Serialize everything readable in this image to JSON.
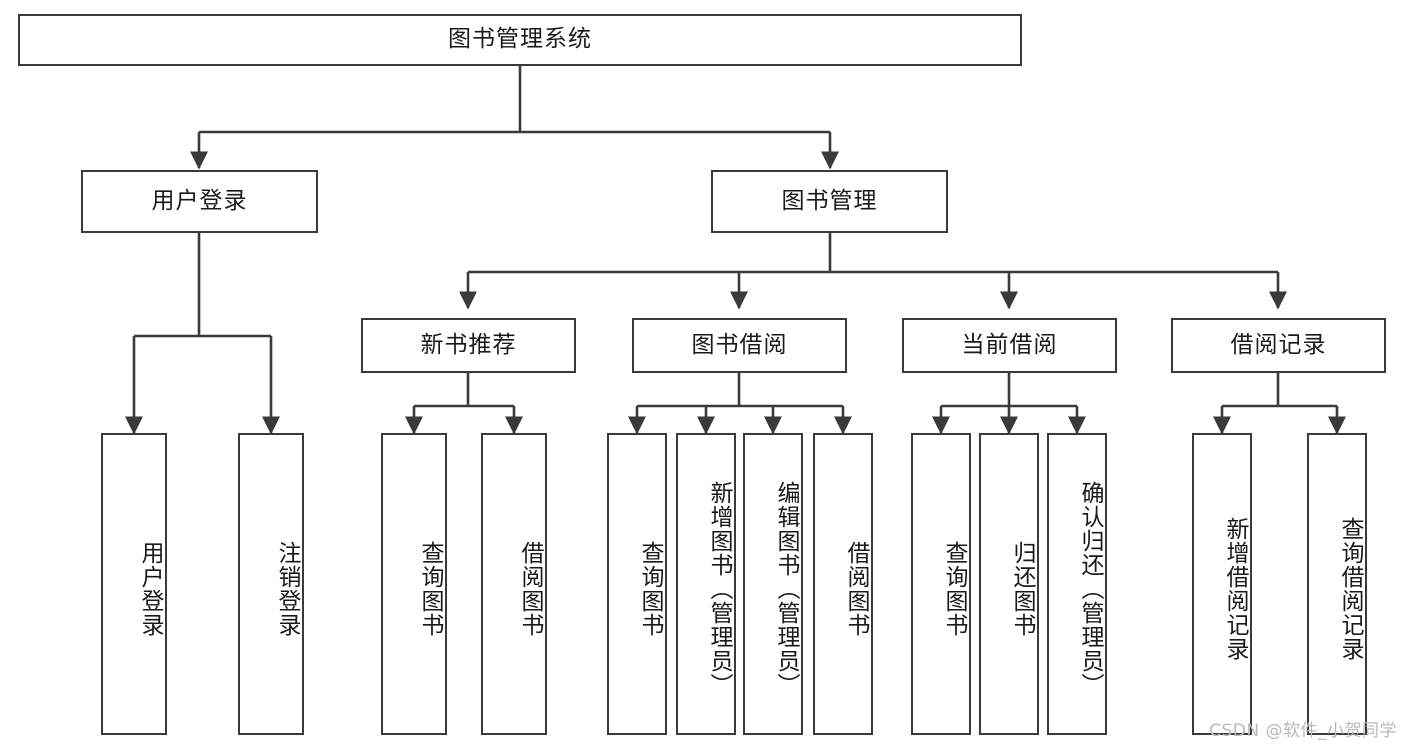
{
  "diagram": {
    "title": "图书管理系统",
    "type": "tree-hierarchy-chart",
    "watermark": "CSDN @软件_小贺同学",
    "colors": {
      "stroke": "#3a3a3a",
      "box_fill": "#ffffff",
      "text": "#1a1a1a",
      "background": "#ffffff",
      "watermark": "#b9b9b9"
    },
    "nodes": {
      "root": {
        "label": "图书管理系统"
      },
      "level2": [
        {
          "id": "user-login",
          "label": "用户登录"
        },
        {
          "id": "book-manage",
          "label": "图书管理"
        }
      ],
      "level3": [
        {
          "id": "new-book-recommend",
          "label": "新书推荐"
        },
        {
          "id": "book-borrow",
          "label": "图书借阅"
        },
        {
          "id": "current-borrow",
          "label": "当前借阅"
        },
        {
          "id": "borrow-record",
          "label": "借阅记录"
        }
      ],
      "leaves": {
        "user_login": [
          {
            "id": "leaf-user-login",
            "label": "用户登录"
          },
          {
            "id": "leaf-logout",
            "label": "注销登录"
          }
        ],
        "new_book_recommend": [
          {
            "id": "leaf-query-book-1",
            "label": "查询图书"
          },
          {
            "id": "leaf-borrow-book-1",
            "label": "借阅图书"
          }
        ],
        "book_borrow": [
          {
            "id": "leaf-query-book-2",
            "label": "查询图书"
          },
          {
            "id": "leaf-add-book",
            "label": "新增图书（管理员）"
          },
          {
            "id": "leaf-edit-book",
            "label": "编辑图书（管理员）"
          },
          {
            "id": "leaf-borrow-book-2",
            "label": "借阅图书"
          }
        ],
        "current_borrow": [
          {
            "id": "leaf-query-book-3",
            "label": "查询图书"
          },
          {
            "id": "leaf-return-book",
            "label": "归还图书"
          },
          {
            "id": "leaf-confirm-return",
            "label": "确认归还（管理员）"
          }
        ],
        "borrow_record": [
          {
            "id": "leaf-add-record",
            "label": "新增借阅记录"
          },
          {
            "id": "leaf-query-record",
            "label": "查询借阅记录"
          }
        ]
      }
    }
  }
}
